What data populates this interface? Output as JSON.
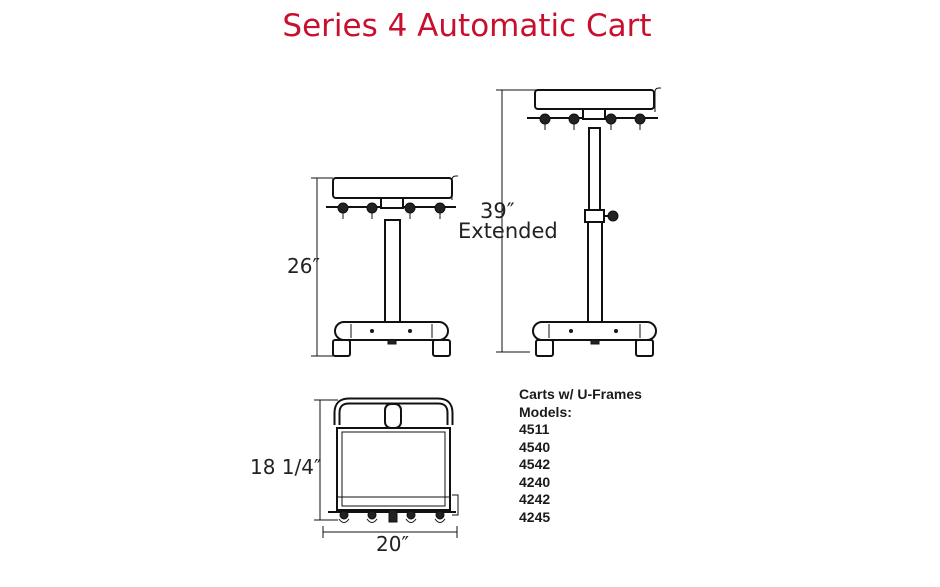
{
  "title": "Series 4 Automatic Cart",
  "dimensions": {
    "short_height": "26″",
    "extended_height": "39″",
    "extended_label": "Extended",
    "depth": "18 1/4″",
    "width": "20″"
  },
  "models": {
    "heading_1": "Carts w/ U-Frames",
    "heading_2": "Models:",
    "list": [
      "4511",
      "4540",
      "4542",
      "4240",
      "4242",
      "4245"
    ]
  },
  "colors": {
    "title": "#c8102e",
    "line": "#111111"
  }
}
